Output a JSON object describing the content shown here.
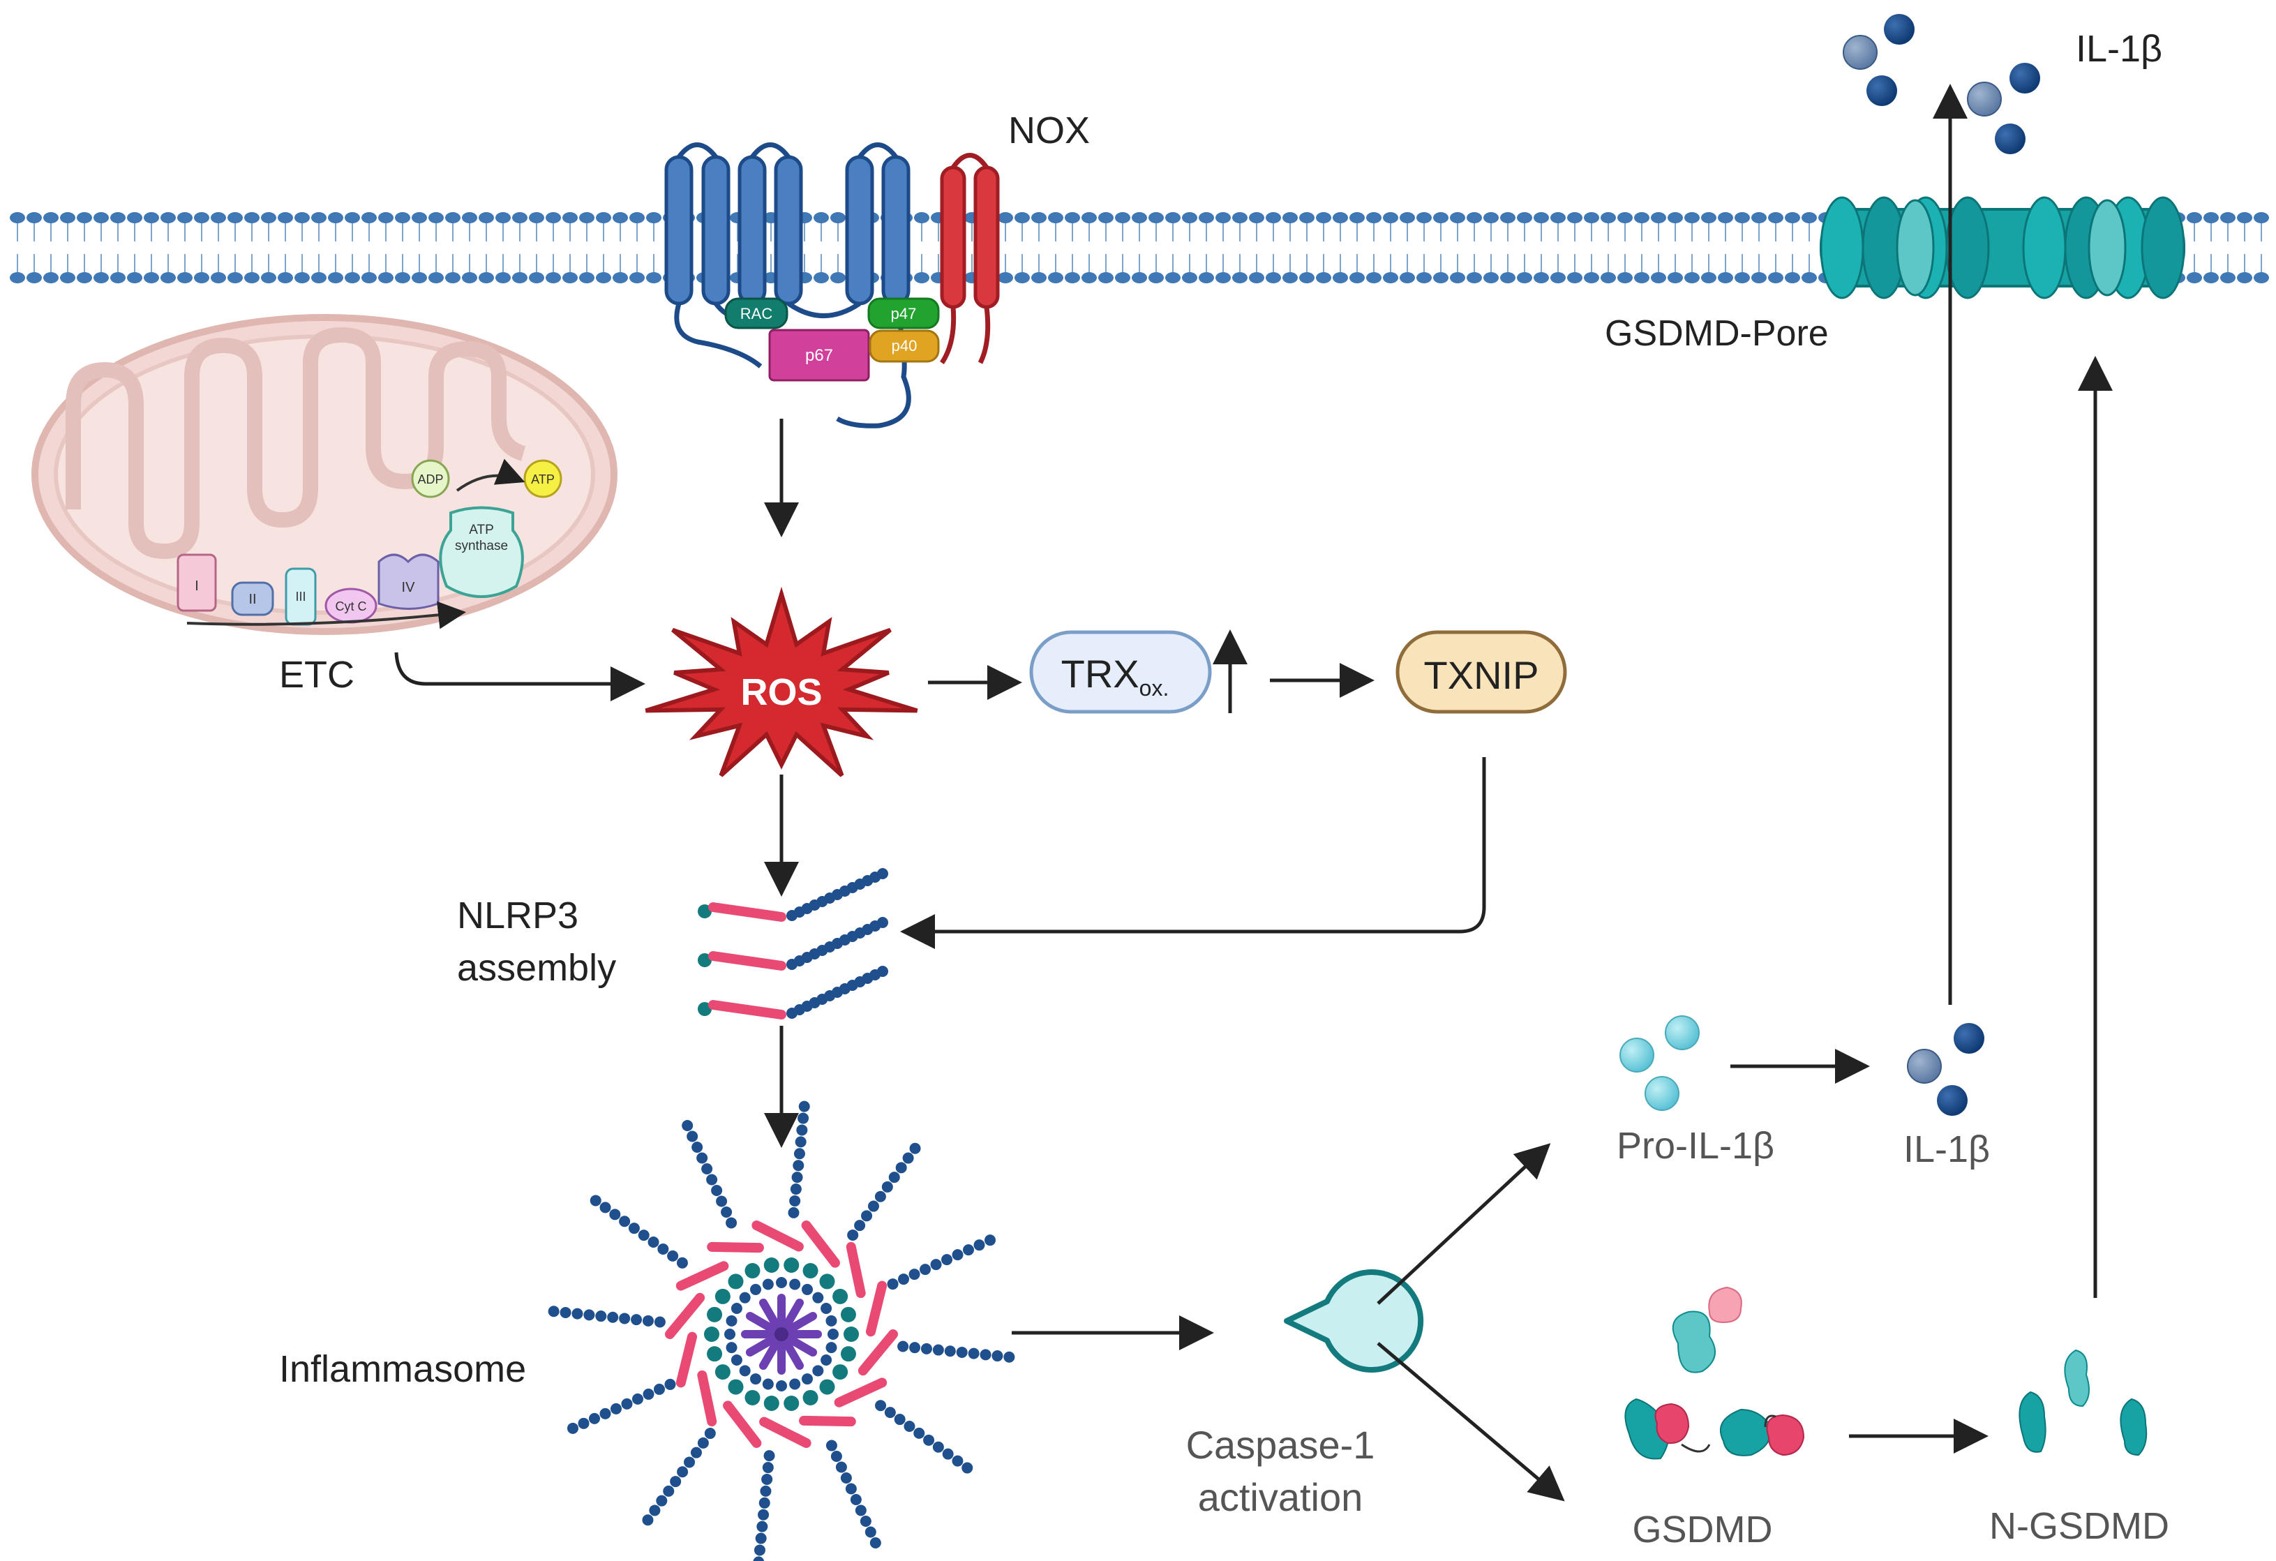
{
  "labels": {
    "nox": "NOX",
    "il1b_top": "IL-1β",
    "gsdmd_pore": "GSDMD-Pore",
    "etc": "ETC",
    "ros": "ROS",
    "trx_main": "TRX",
    "trx_sub": "ox.",
    "txnip": "TXNIP",
    "nlrp3_line1": "NLRP3",
    "nlrp3_line2": "assembly",
    "inflammasome": "Inflammasome",
    "caspase_line1": "Caspase-1",
    "caspase_line2": "activation",
    "pro_il1b": "Pro-IL-1β",
    "il1b_mid": "IL-1β",
    "gsdmd": "GSDMD",
    "n_gsdmd": "N-GSDMD"
  },
  "nox_subunits": {
    "rac": "RAC",
    "p67": "p67",
    "p47": "p47",
    "p40": "p40"
  },
  "mitochondria": {
    "adp": "ADP",
    "atp": "ATP",
    "atp_synthase_line1": "ATP",
    "atp_synthase_line2": "synthase",
    "complex_i": "I",
    "complex_ii": "II",
    "complex_iii": "III",
    "cyt_c": "Cyt C",
    "complex_iv": "IV"
  },
  "colors": {
    "membrane": "#3f78b5",
    "nox_blue": "#4a7fc1",
    "nox_red": "#d9393e",
    "ros_red": "#d42a2f",
    "teal": "#17a2a4",
    "pink": "#e84a73",
    "navy": "#1f4f8c",
    "mito": "#f2d6d3"
  }
}
